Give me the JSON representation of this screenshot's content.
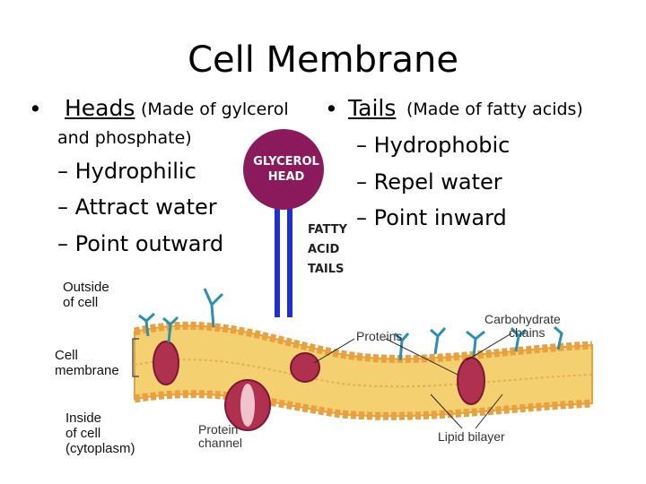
{
  "title": "Cell Membrane",
  "heads": {
    "bullet": "•",
    "label": "Heads",
    "note_line1": "(Made of gylcerol",
    "note_line2": "and phosphate)",
    "points": [
      "– Hydrophilic",
      "– Attract water",
      "– Point outward"
    ]
  },
  "tails": {
    "bullet": "•",
    "label": "Tails",
    "note": "(Made of fatty acids)",
    "points": [
      "– Hydrophobic",
      "– Repel water",
      "– Point inward"
    ]
  },
  "phospholipid": {
    "head_line1": "GLYCEROL",
    "head_line2": "HEAD",
    "tail_line1": "FATTY",
    "tail_line2": "ACID",
    "tail_line3": "TAILS",
    "head_color": "#8b1a5c",
    "tail_color": "#1f2fd0"
  },
  "diagram_labels": {
    "outside_line1": "Outside",
    "outside_line2": "of cell",
    "membrane_line1": "Cell",
    "membrane_line2": "membrane",
    "inside_line1": "Inside",
    "inside_line2": "of cell",
    "inside_line3": "(cytoplasm)",
    "protein_channel_line1": "Protein",
    "protein_channel_line2": "channel",
    "proteins": "Proteins",
    "carbo_line1": "Carbohydrate",
    "carbo_line2": "chains",
    "lipid_bilayer": "Lipid bilayer"
  },
  "colors": {
    "membrane_body": "#f5d070",
    "head_bead": "#e8a040",
    "protein": "#b03050",
    "carbohydrate": "#2a8fb0"
  }
}
